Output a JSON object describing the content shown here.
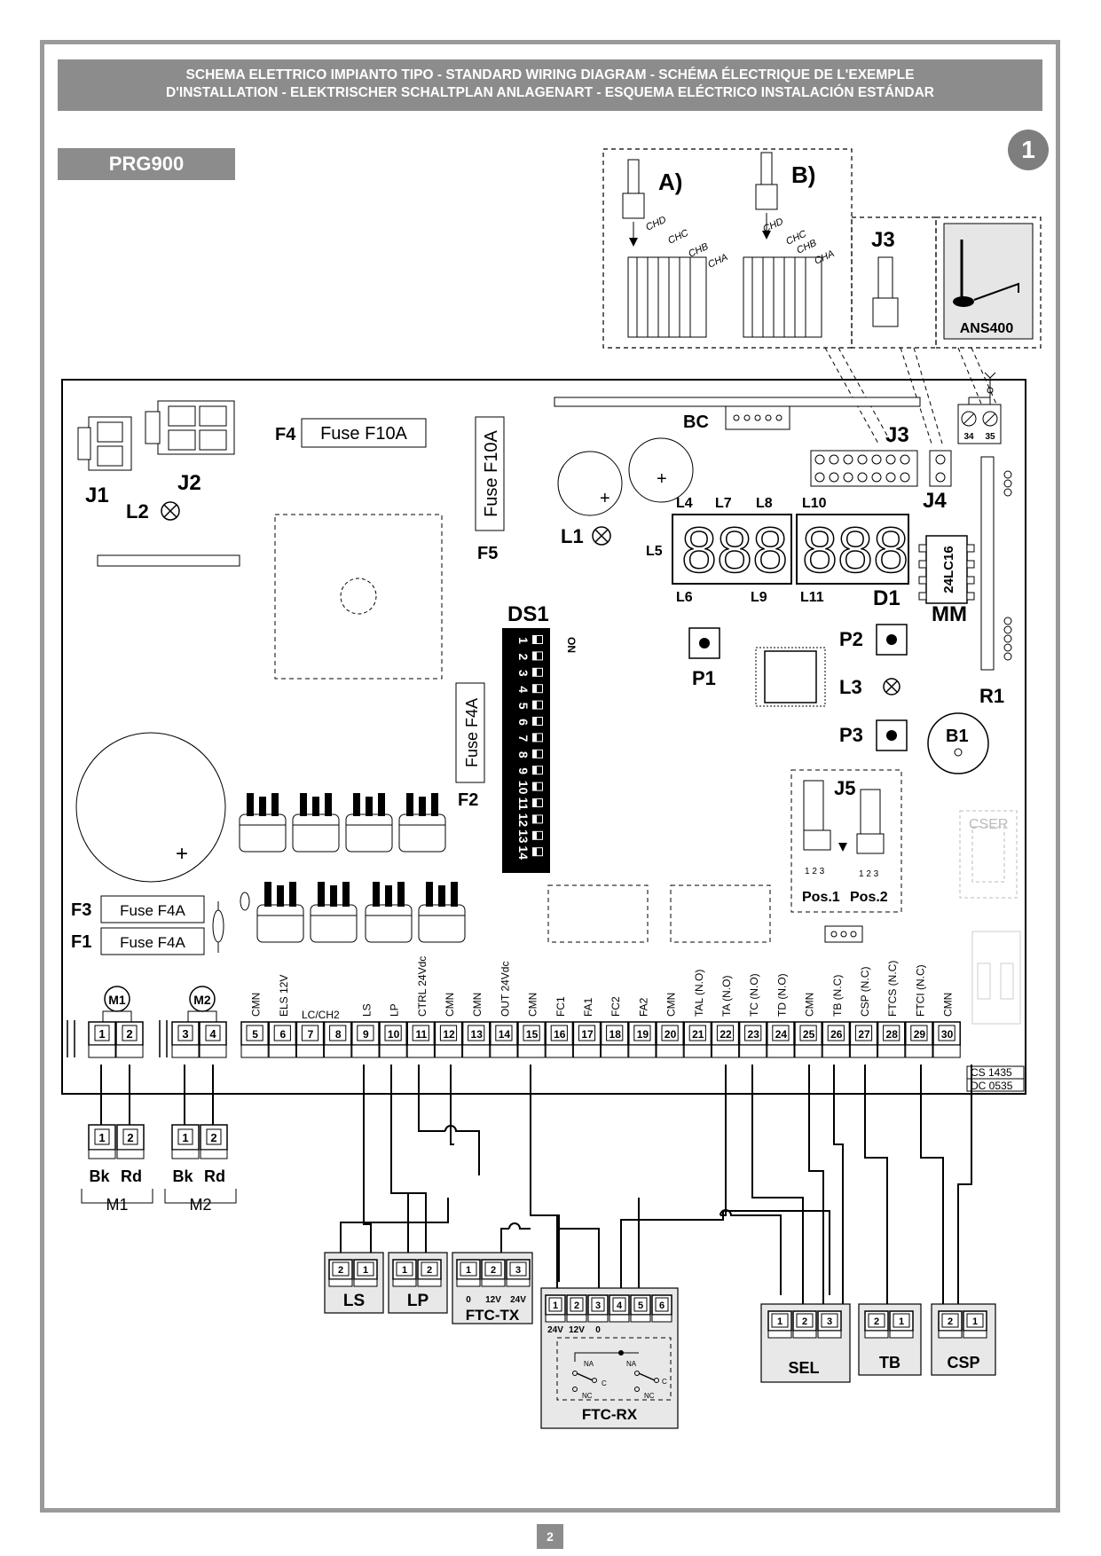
{
  "header": {
    "line1": "SCHEMA ELETTRICO IMPIANTO TIPO - STANDARD WIRING DIAGRAM - SCHÉMA ÉLECTRIQUE DE L'EXEMPLE",
    "line2": "D'INSTALLATION - ELEKTRISCHER SCHALTPLAN ANLAGENART - ESQUEMA ELÉCTRICO INSTALACIÓN ESTÁNDAR"
  },
  "model": "PRG900",
  "figure_number": "1",
  "page_number": "2",
  "board": {
    "connectors": {
      "j1": "J1",
      "j2": "J2",
      "j3": "J3",
      "j4": "J4",
      "j5": "J5",
      "bc": "BC",
      "mm": "MM",
      "mm_chip": "24LC16",
      "r1": "R1",
      "b1": "B1",
      "d1": "D1",
      "ds1": "DS1",
      "ds1_on": "ON"
    },
    "leds": {
      "l1": "L1",
      "l2": "L2",
      "l3": "L3",
      "l4": "L4",
      "l5": "L5",
      "l6": "L6",
      "l7": "L7",
      "l8": "L8",
      "l9": "L9",
      "l10": "L10",
      "l11": "L11"
    },
    "buttons": {
      "p1": "P1",
      "p2": "P2",
      "p3": "P3"
    },
    "fuses": {
      "f1": "F1",
      "f2": "F2",
      "f3": "F3",
      "f4": "F4",
      "f5": "F5",
      "f10a": "Fuse F10A",
      "f4a": "Fuse F4A"
    },
    "cser": "CSER",
    "codes": [
      "CS 1435",
      "DC 0535"
    ],
    "dip_numbers": [
      "1",
      "2",
      "3",
      "4",
      "5",
      "6",
      "7",
      "8",
      "9",
      "10",
      "11",
      "12",
      "13",
      "14"
    ],
    "antenna_terms": [
      "34",
      "35"
    ]
  },
  "jumper_options": {
    "a": "A)",
    "b": "B)",
    "j3": "J3",
    "antenna": "ANS400",
    "channels": [
      "CHD",
      "CHC",
      "CHB",
      "CHA"
    ],
    "pos1": "Pos.1",
    "pos2": "Pos.2",
    "pins": "1 2 3"
  },
  "motor_terminals": [
    {
      "num": "1",
      "motor": "M1"
    },
    {
      "num": "2",
      "motor": "M1"
    },
    {
      "num": "3",
      "motor": "M2"
    },
    {
      "num": "4",
      "motor": "M2"
    }
  ],
  "motor_labels": {
    "m1": "M1",
    "m2": "M2"
  },
  "terminals": [
    {
      "num": "5",
      "label": "CMN"
    },
    {
      "num": "6",
      "label": "ELS 12V"
    },
    {
      "num": "7",
      "label": ""
    },
    {
      "num": "8",
      "label": ""
    },
    {
      "num": "9",
      "label": "LS"
    },
    {
      "num": "10",
      "label": "LP"
    },
    {
      "num": "11",
      "label": "CTRL 24Vdc"
    },
    {
      "num": "12",
      "label": "CMN"
    },
    {
      "num": "13",
      "label": "CMN"
    },
    {
      "num": "14",
      "label": "OUT 24Vdc"
    },
    {
      "num": "15",
      "label": "CMN"
    },
    {
      "num": "16",
      "label": "FC1"
    },
    {
      "num": "17",
      "label": "FA1"
    },
    {
      "num": "18",
      "label": "FC2"
    },
    {
      "num": "19",
      "label": "FA2"
    },
    {
      "num": "20",
      "label": "CMN"
    },
    {
      "num": "21",
      "label": "TAL (N.O)"
    },
    {
      "num": "22",
      "label": "TA (N.O)"
    },
    {
      "num": "23",
      "label": "TC (N.O)"
    },
    {
      "num": "24",
      "label": "TD (N.O)"
    },
    {
      "num": "25",
      "label": "CMN"
    },
    {
      "num": "26",
      "label": "TB (N.C)"
    },
    {
      "num": "27",
      "label": "CSP (N.C)"
    },
    {
      "num": "28",
      "label": "FTCS (N.C)"
    },
    {
      "num": "29",
      "label": "FTCI (N.C)"
    },
    {
      "num": "30",
      "label": "CMN"
    }
  ],
  "lc_label": "LC/CH2",
  "motors_ext": [
    {
      "name": "M1",
      "wire1": "Bk",
      "wire2": "Rd"
    },
    {
      "name": "M2",
      "wire1": "Bk",
      "wire2": "Rd"
    }
  ],
  "devices": {
    "ls": "LS",
    "lp": "LP",
    "ftc_tx": "FTC-TX",
    "ftc_rx": "FTC-RX",
    "sel": "SEL",
    "tb": "TB",
    "csp": "CSP",
    "ftc_tx_pins": [
      "0",
      "12V",
      "24V"
    ],
    "ftc_rx_pins": [
      "24V",
      "12V",
      "0"
    ],
    "relay": {
      "na": "NA",
      "c": "C",
      "nc": "NC"
    }
  },
  "colors": {
    "gray_band": "#8c8c8c",
    "frame": "#9a9a9a",
    "ink": "#000000",
    "box_fill": "#e8e8e8"
  }
}
